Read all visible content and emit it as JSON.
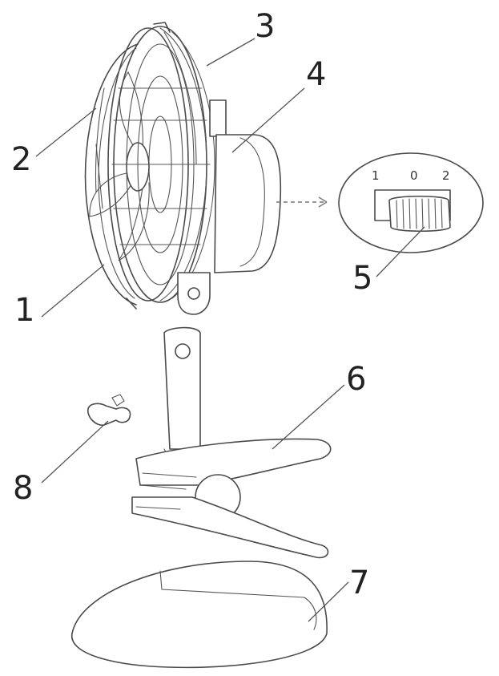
{
  "callouts": [
    {
      "id": "1",
      "label": "1"
    },
    {
      "id": "2",
      "label": "2"
    },
    {
      "id": "3",
      "label": "3"
    },
    {
      "id": "4",
      "label": "4"
    },
    {
      "id": "5",
      "label": "5"
    },
    {
      "id": "6",
      "label": "6"
    },
    {
      "id": "7",
      "label": "7"
    },
    {
      "id": "8",
      "label": "8"
    }
  ],
  "switch_positions": [
    "1",
    "0",
    "2"
  ]
}
